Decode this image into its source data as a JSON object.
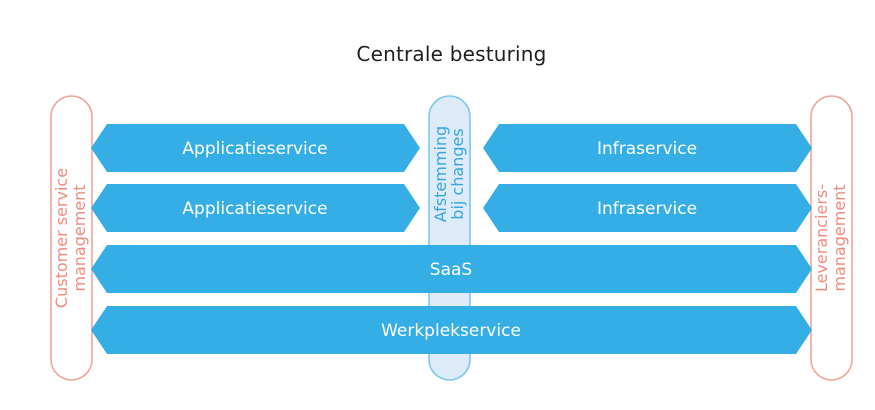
{
  "title": "Centrale besturing",
  "colors": {
    "arrow": "#35aee6",
    "side_pill_border": "#f2a395",
    "side_pill_fill": "#ffffff",
    "side_text": "#f08a7d",
    "center_pill_border": "#7ec6ec",
    "center_pill_fill": "#dcebf7",
    "center_text": "#36a6e0"
  },
  "left_pillar": {
    "line1": "Customer service",
    "line2": "management"
  },
  "right_pillar": {
    "line1": "Leveranciers-",
    "line2": "management"
  },
  "center_pillar": {
    "line1": "Afstemming",
    "line2": "bij changes"
  },
  "rows": [
    {
      "left": "Applicatieservice",
      "right": "Infraservice"
    },
    {
      "left": "Applicatieservice",
      "right": "Infraservice"
    }
  ],
  "full_rows": [
    "SaaS",
    "Werkplekservice"
  ]
}
